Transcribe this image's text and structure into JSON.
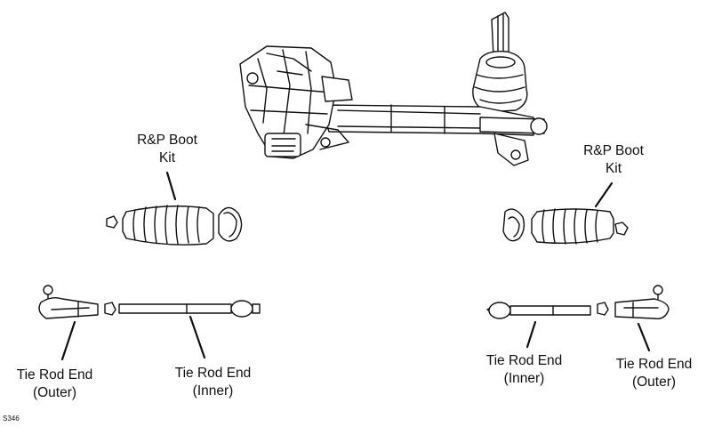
{
  "labels": {
    "boot_left": [
      "R&P Boot",
      "Kit"
    ],
    "boot_right": [
      "R&P Boot",
      "Kit"
    ],
    "tre_outer_left": [
      "Tie Rod End",
      "(Outer)"
    ],
    "tre_inner_left": [
      "Tie Rod End",
      "(Inner)"
    ],
    "tre_inner_right": [
      "Tie Rod End",
      "(Inner)"
    ],
    "tre_outer_right": [
      "Tie Rod End",
      "(Outer)"
    ]
  },
  "figure_ref": "S346"
}
